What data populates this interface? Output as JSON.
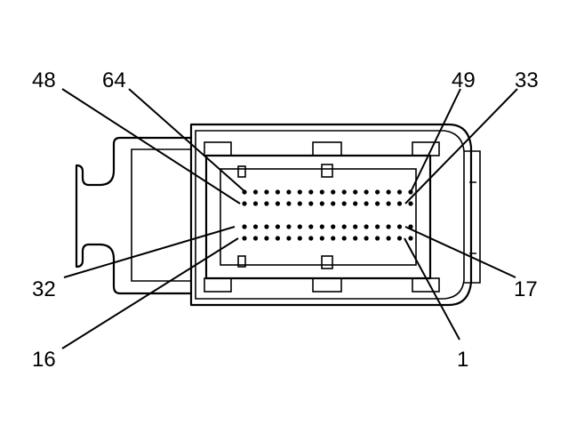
{
  "diagram": {
    "pin_labels": {
      "pin_48": "48",
      "pin_64": "64",
      "pin_49": "49",
      "pin_33": "33",
      "pin_32": "32",
      "pin_17": "17",
      "pin_16": "16",
      "pin_1": "1"
    },
    "pin_rows": [
      {
        "row": "top",
        "first_pin": 64,
        "last_pin": 49,
        "count": 16
      },
      {
        "row": "upper-middle",
        "first_pin": 48,
        "last_pin": 33,
        "count": 16
      },
      {
        "row": "lower-middle",
        "first_pin": 32,
        "last_pin": 17,
        "count": 16
      },
      {
        "row": "bottom",
        "first_pin": 16,
        "last_pin": 1,
        "count": 16
      }
    ],
    "colors": {
      "line": "#000000",
      "background": "#ffffff"
    }
  }
}
